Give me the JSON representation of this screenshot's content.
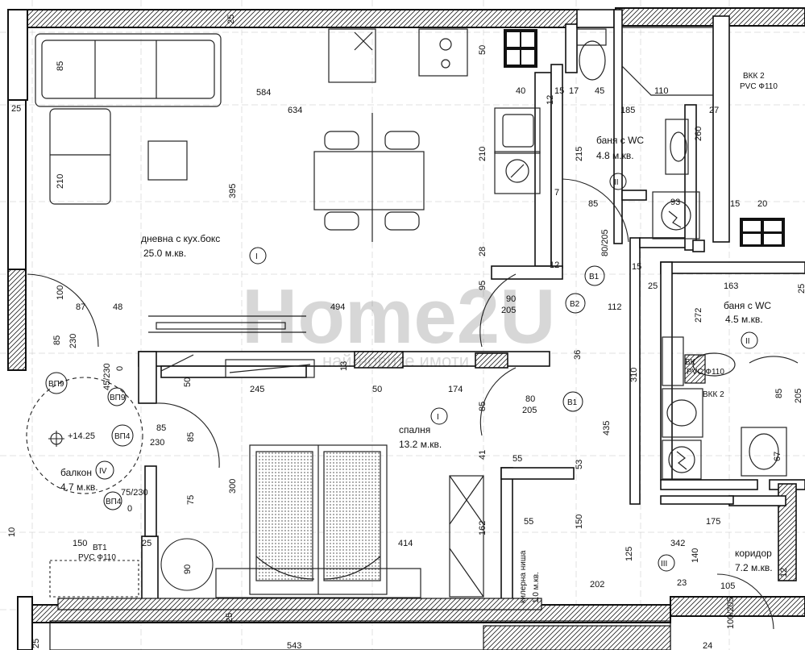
{
  "rooms": {
    "living": {
      "name": "дневна с кух.бокс",
      "area": "25.0 м.кв.",
      "zone": "I"
    },
    "bath1": {
      "name": "баня с WC",
      "area": "4.8 м.кв.",
      "zone": "II"
    },
    "bath2": {
      "name": "баня с WC",
      "area": "4.5 м.кв.",
      "zone": "II"
    },
    "bedroom": {
      "name": "спалня",
      "area": "13.2 м.кв.",
      "zone": "I"
    },
    "balcony": {
      "name": "балкон",
      "area": "4.7 м.кв.",
      "zone": "IV"
    },
    "corridor": {
      "name": "коридор",
      "area": "7.2 м.кв.",
      "zone": "III"
    },
    "storage": {
      "name": "килерна ниша",
      "area": "1.0 м.кв."
    }
  },
  "door_tags": {
    "b1_top": "B1",
    "b2": "B2",
    "b1_mid": "B1",
    "vp9": "ВП9",
    "vp4": "ВП4",
    "vp9_small": "ВП9",
    "vp4_small": "ВП4"
  },
  "level_mark": "+14.25",
  "pipe_labels": {
    "vkk2_top": "ВКК 2",
    "pvc_top": "PVC Ф110",
    "vkk2_mid": "ВКК 2",
    "pvc_mid": "PVC Ф110",
    "vk_mid": "ВК",
    "vt1": "ВТ1",
    "pvc_vt1": "PVC Ф110"
  },
  "dimensions": {
    "d25_top": "25",
    "d85_sofa": "85",
    "d25_left": "25",
    "d584": "584",
    "d634": "634",
    "d210_living": "210",
    "d395": "395",
    "d50_kitchen": "50",
    "d40": "40",
    "d15": "15",
    "d17": "17",
    "d45": "45",
    "d110": "110",
    "d185": "185",
    "d27": "27",
    "d12_a": "12",
    "d210_kitchen": "210",
    "d215": "215",
    "d260": "260",
    "d7": "7",
    "d85_door": "85",
    "d93": "93",
    "d15_b": "15",
    "d20_b": "20",
    "d80_205": "80/205",
    "d15_c": "15",
    "d28": "28",
    "d12_b": "12",
    "d163": "163",
    "d25_c": "25",
    "d272": "272",
    "d25_d": "25",
    "d100": "100",
    "d87": "87",
    "d48": "48",
    "d494": "494",
    "d95": "95",
    "d90": "90",
    "d205_a": "205",
    "d112": "112",
    "d85_left": "85",
    "d230_left": "230",
    "d36": "36",
    "d45_230": "45/230",
    "d0_a": "0",
    "d13": "13",
    "d50_b": "50",
    "d245": "245",
    "d50_c": "50",
    "d174": "174",
    "d310": "310",
    "d85_b": "85",
    "d80_b": "80",
    "d205_b": "205",
    "d85_right": "85",
    "d205_right": "205",
    "d435": "435",
    "d85_c": "85",
    "d230_b": "230",
    "d85_d": "85",
    "d41": "41",
    "d55_a": "55",
    "d53": "53",
    "d67": "67",
    "d300": "300",
    "d75_230": "75/230",
    "d0_b": "0",
    "d75": "75",
    "d55_b": "55",
    "d162": "162",
    "d150_mid": "150",
    "d175": "175",
    "d150_left": "150",
    "d25_e": "25",
    "d414": "414",
    "d342": "342",
    "d125": "125",
    "d140": "140",
    "d23": "23",
    "d105": "105",
    "d12_c": "12",
    "d10": "10",
    "d90_b": "90",
    "d202": "202",
    "d100_205": "100/205",
    "d543": "543",
    "d25_f": "25",
    "d25_g": "25",
    "d24": "24"
  },
  "watermark": {
    "main": "Home2U",
    "sub": "най-новите имоти"
  }
}
